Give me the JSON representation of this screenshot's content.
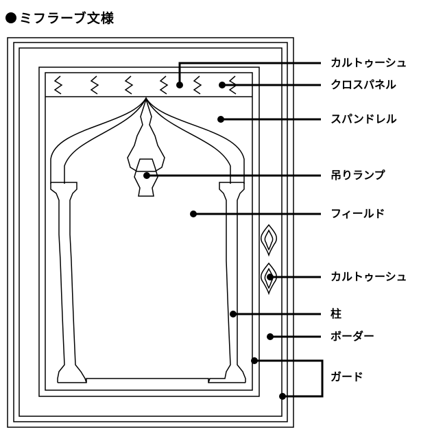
{
  "title": "ミフラーブ文様",
  "labels": {
    "cartouche_top": "カルトゥーシュ",
    "cross_panel": "クロスパネル",
    "spandrel": "スパンドレル",
    "hanging_lamp": "吊りランプ",
    "field": "フィールド",
    "cartouche_side": "カルトゥーシュ",
    "pillar": "柱",
    "border": "ボーダー",
    "guard": "ガード"
  }
}
